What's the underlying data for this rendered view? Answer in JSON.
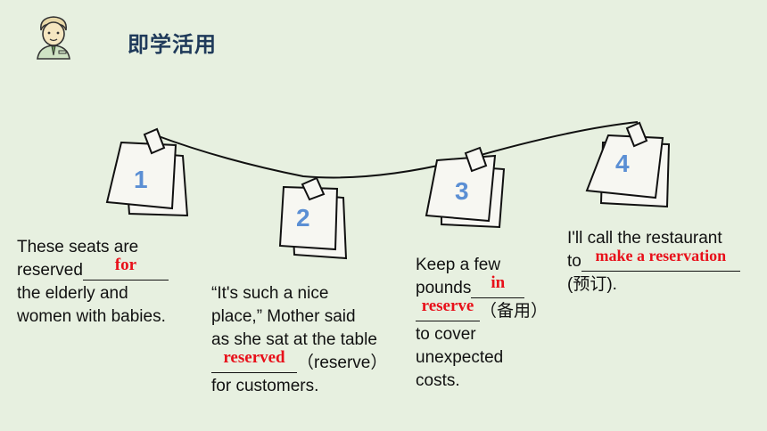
{
  "title": "即学活用",
  "icon": "teacher-avatar-icon",
  "colors": {
    "background": "#e7f0e0",
    "title": "#1f3a5a",
    "answer": "#e8101a",
    "number": "#5b8fd4"
  },
  "notes": [
    {
      "number": "1"
    },
    {
      "number": "2"
    },
    {
      "number": "3"
    },
    {
      "number": "4"
    }
  ],
  "q1": {
    "line1": "These seats are",
    "before": "reserved",
    "answer": "for",
    "line3": "the elderly and",
    "line4": "women with babies."
  },
  "q2": {
    "line1": "“It's such a nice",
    "line2": "place,” Mother said",
    "line3": "as she sat at the table",
    "answer": "reserved",
    "hint": "（reserve）",
    "line5": "for customers."
  },
  "q3": {
    "line1": "Keep a few",
    "before": "pounds",
    "answer1": "in",
    "answer2": "reserve",
    "hint": "（备用）",
    "line4": "to cover",
    "line5": "unexpected",
    "line6": "costs."
  },
  "q4": {
    "line1": "I'll call the restaurant",
    "before": "to",
    "answer": "make a reservation",
    "line3": "(预订)."
  }
}
